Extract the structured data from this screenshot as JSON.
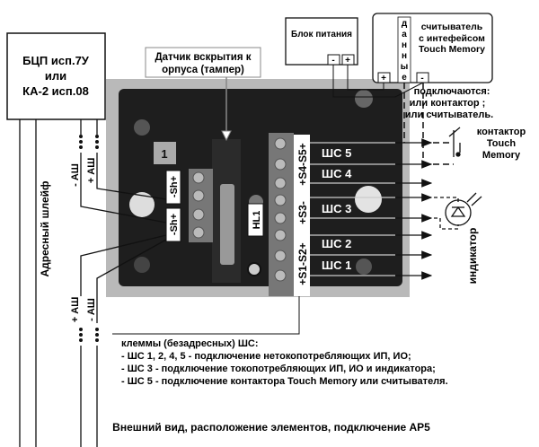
{
  "controller_box": {
    "lines": [
      "БЦП исп.7У",
      "или",
      "КА-2 исп.08"
    ]
  },
  "tamper_label": {
    "lines": [
      "Датчик вскрытия к",
      "орпуса (тампер)"
    ]
  },
  "power_supply": {
    "label": "Блок питания",
    "minus": "-",
    "plus": "+"
  },
  "reader": {
    "lines": [
      "считыватель",
      "с интефейсом",
      "Touch Memory"
    ],
    "data_letters": [
      "д",
      "а",
      "н",
      "н",
      "ы",
      "е"
    ],
    "plus": "+",
    "minus": "-"
  },
  "connect_note": {
    "lines": [
      "подключаются:",
      "или контактор ;",
      "или считыватель."
    ]
  },
  "contactor": {
    "lines": [
      "контактор",
      "Touch",
      "Memory"
    ]
  },
  "bus": {
    "label": "Адресный шлейф",
    "minus": "- АШ",
    "plus": "+ АШ"
  },
  "board": {
    "sh_top": "-Sh+",
    "sh_bottom": "-Sh+",
    "hl1": "HL1",
    "tamper_mark": "1",
    "s45": "+S4-S5+",
    "s3": "+S3-",
    "s12": "+S1-S2+",
    "loops": [
      "ШС 5",
      "ШС 4",
      "ШС 3",
      "ШС 2",
      "ШС 1"
    ]
  },
  "indicator": {
    "label": "индикатор"
  },
  "notes": {
    "lines": [
      "клеммы (безадресных) ШС:",
      "- ШС 1, 2, 4, 5 - подключение нетокопотребляющих ИП, ИО;",
      "- ШС 3 - подключение токопотребляющих ИП, ИО и индикатора;",
      "- ШС 5 - подключение контактора Touch Memory или считывателя."
    ]
  },
  "caption": "Внешний вид, расположение элементов, подключение АР5"
}
